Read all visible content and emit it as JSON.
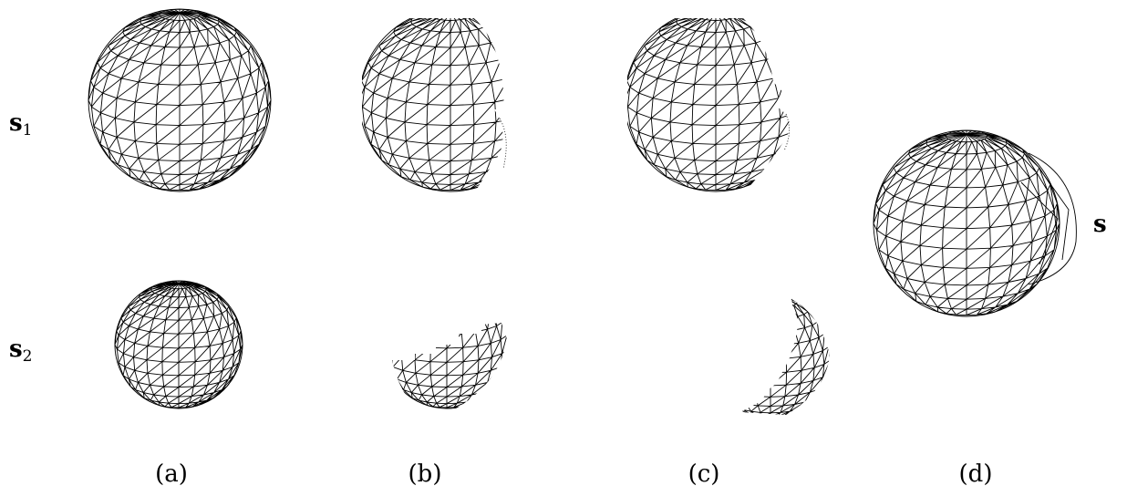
{
  "figure": {
    "row_labels": {
      "s1_main": "s",
      "s1_sub": "1",
      "s2_main": "s",
      "s2_sub": "2",
      "s_result": "s"
    },
    "panel_labels": [
      "(a)",
      "(b)",
      "(c)",
      "(d)"
    ]
  }
}
